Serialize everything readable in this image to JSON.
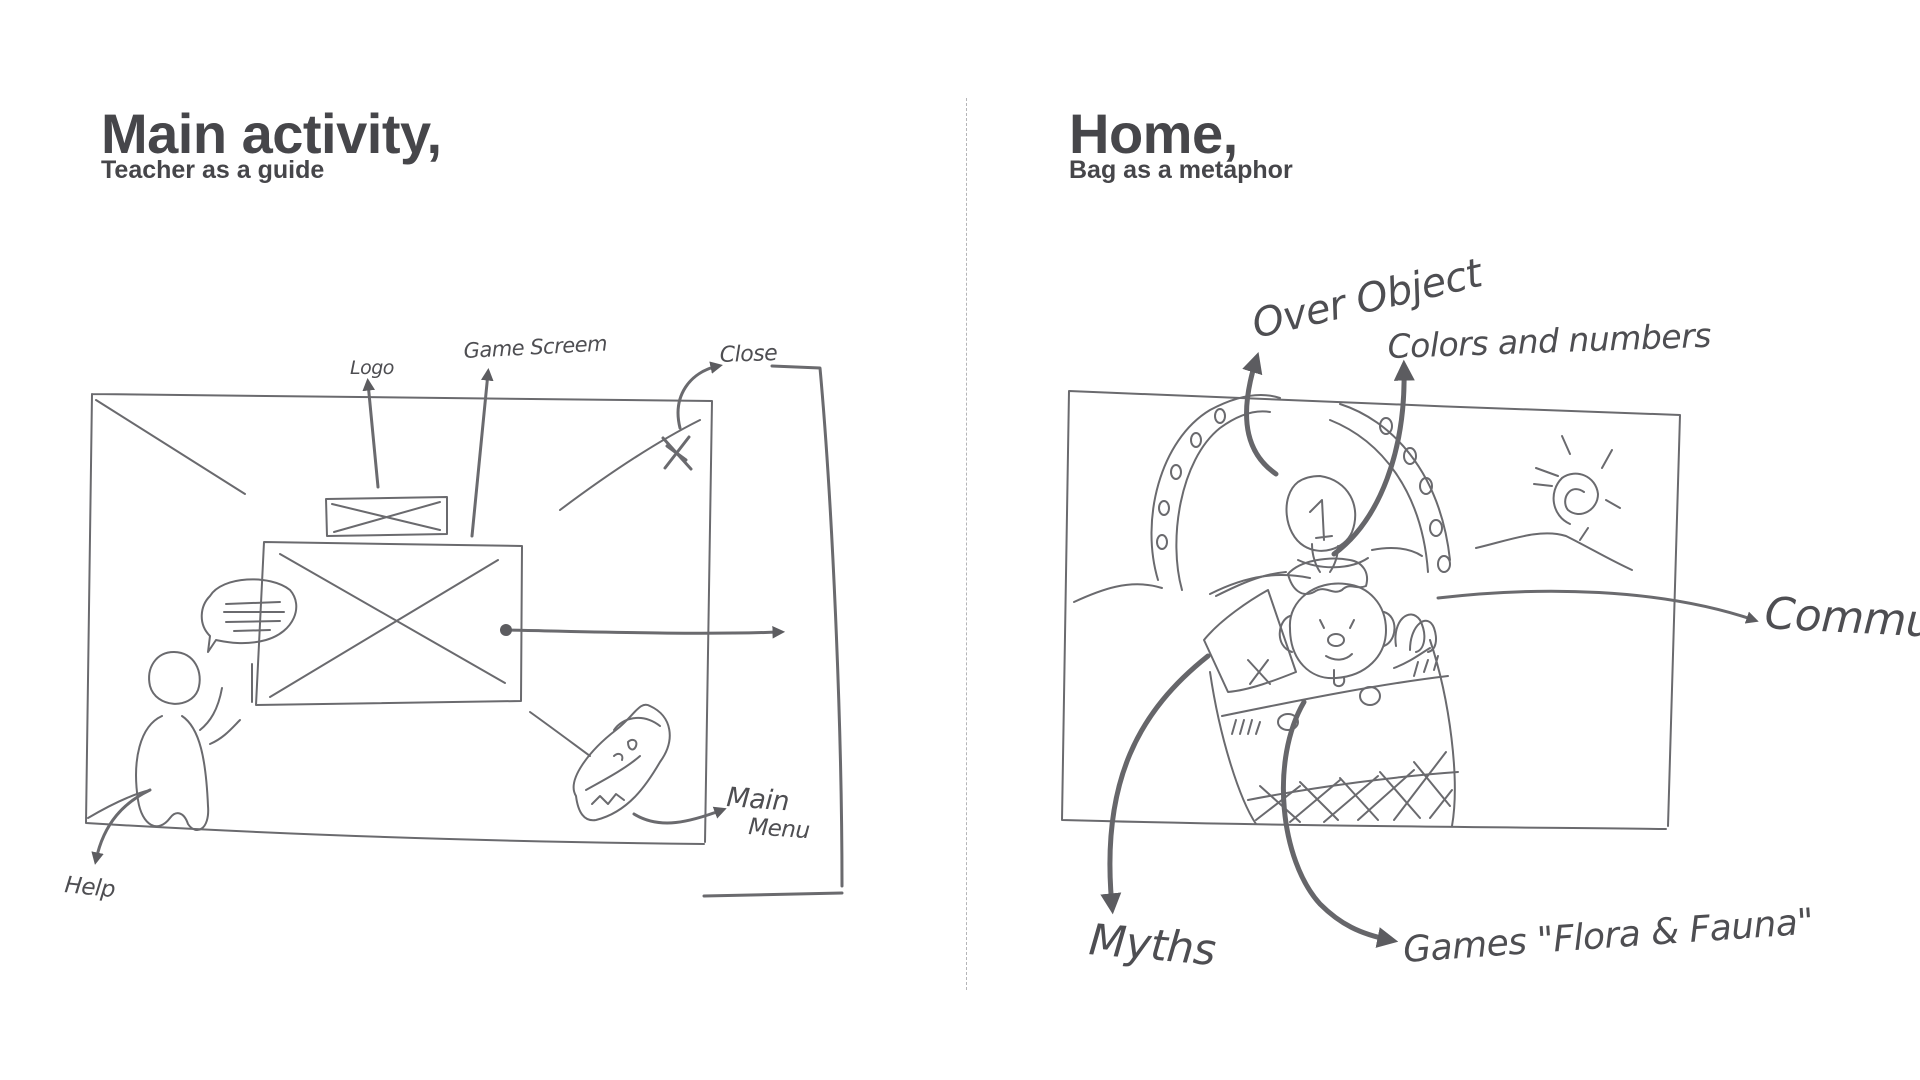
{
  "left_panel": {
    "title": "Main activity,",
    "subtitle": "Teacher as a guide",
    "labels": {
      "logo": "Logo",
      "game_screen": "Game Screem",
      "close": "Close",
      "main_menu_line1": "Main",
      "main_menu_line2": "Menu",
      "help": "Help"
    }
  },
  "right_panel": {
    "title": "Home,",
    "subtitle": "Bag as a metaphor",
    "labels": {
      "over_object": "Over Object",
      "colors_numbers": "Colors and numbers",
      "community": "Community",
      "myths": "Myths",
      "games": "Games \"Flora & Fauna\""
    }
  },
  "colors": {
    "text": "#46464a",
    "sketch_stroke": "#6a6a6e",
    "divider": "#b5b5b8",
    "background": "#ffffff"
  }
}
